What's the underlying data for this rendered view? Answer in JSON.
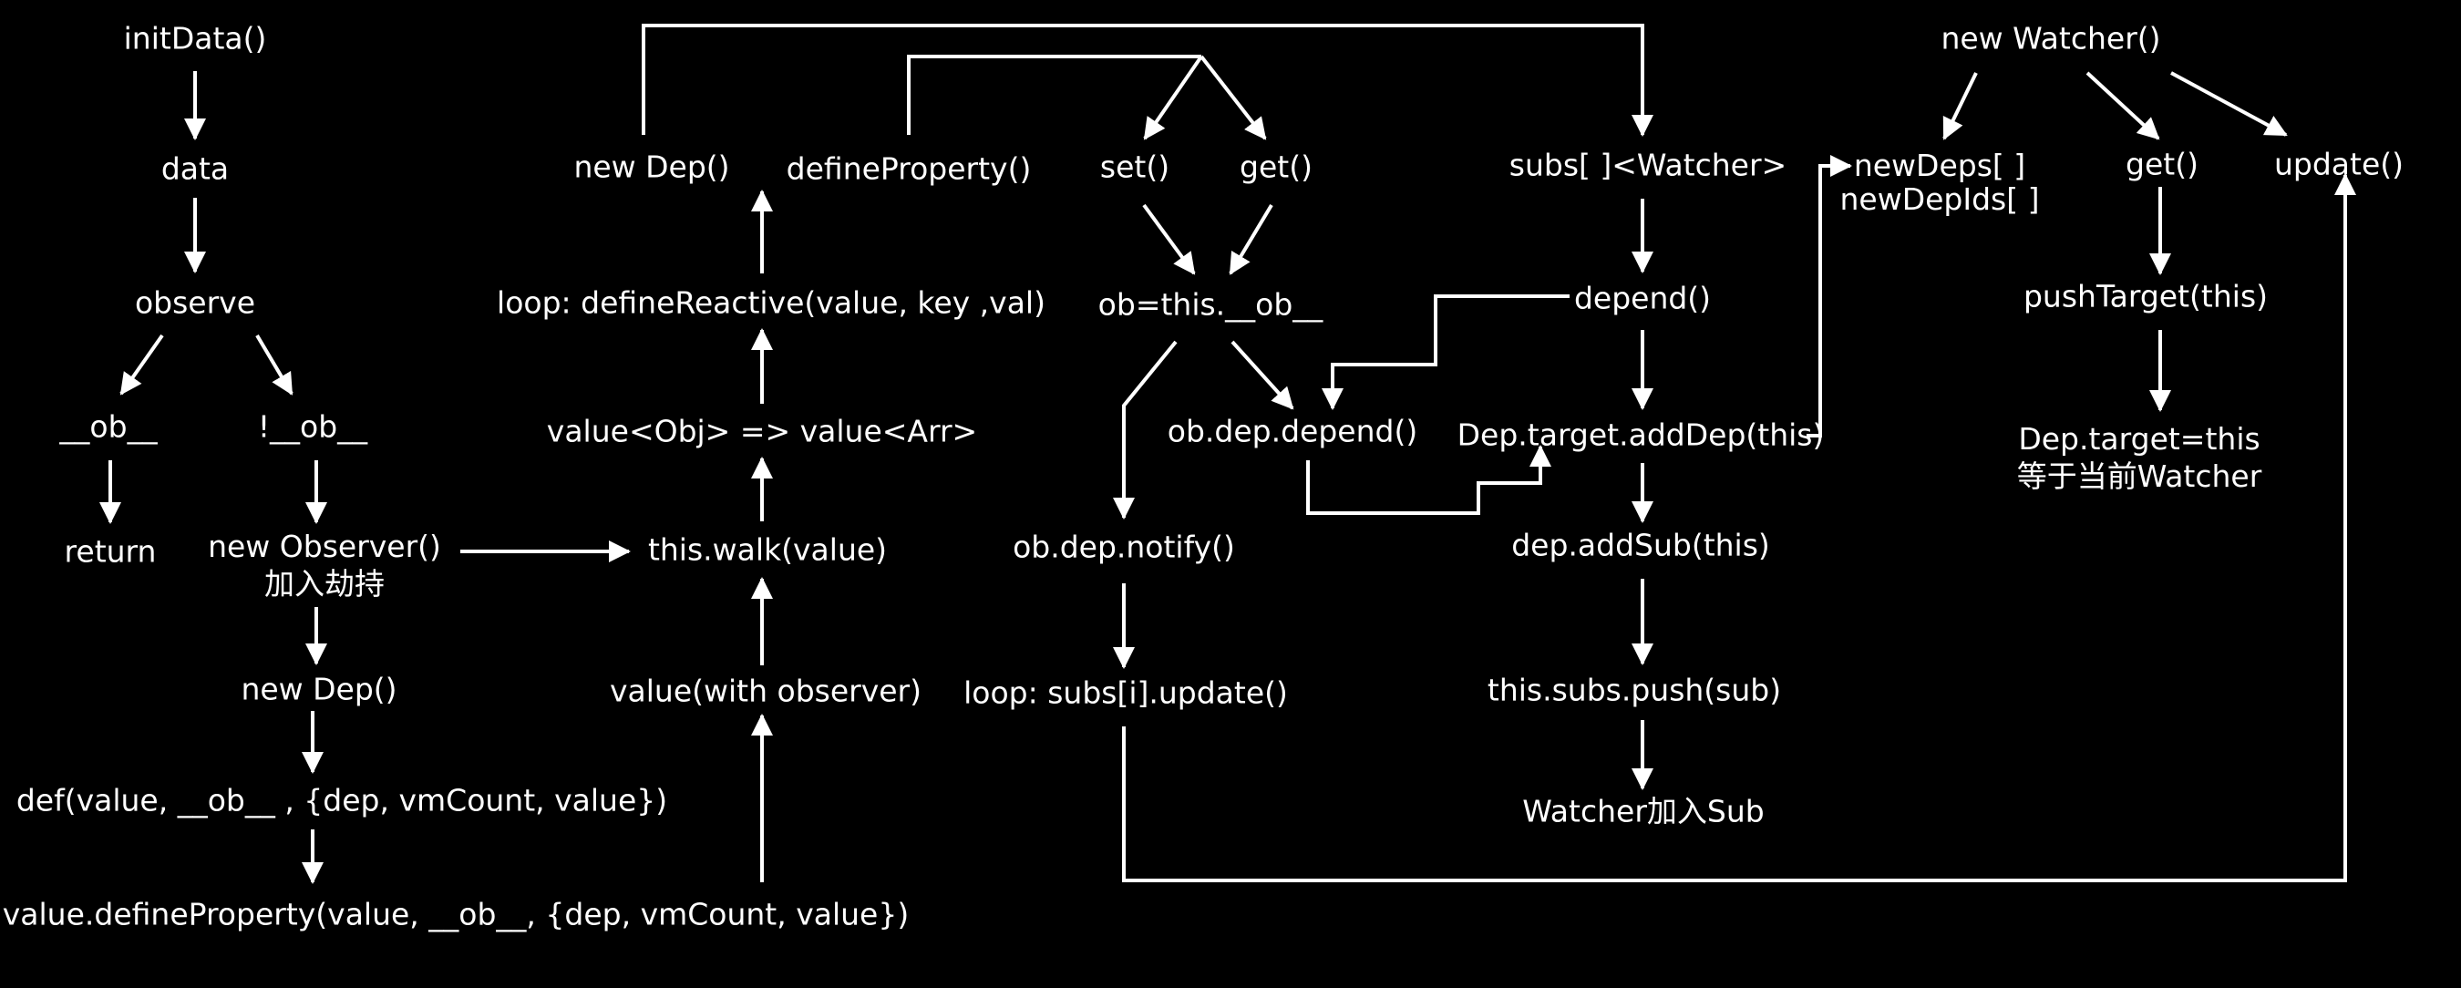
{
  "colors": {
    "background": "#000000",
    "foreground": "#ffffff"
  },
  "nodes": {
    "init_data": "initData()",
    "data": "data",
    "observe": "observe",
    "has_ob": "__ob__",
    "not_ob": "!__ob__",
    "return": "return",
    "new_observer": "new Observer()",
    "new_observer_note": "加入劫持",
    "new_dep_left": "new Dep()",
    "def_call": "def(value, __ob__ , {dep, vmCount, value})",
    "value_define_property": "value.defineProperty(value, __ob__, {dep, vmCount, value})",
    "new_dep_top": "new Dep()",
    "define_property": "defineProperty()",
    "loop_define_reactive": "loop: defineReactive(value, key ,val)",
    "value_obj_arr": "value<Obj> => value<Arr>",
    "this_walk": "this.walk(value)",
    "value_with_observer": "value(with observer)",
    "set": "set()",
    "get": "get()",
    "ob_this": "ob=this.__ob__",
    "ob_dep_depend": "ob.dep.depend()",
    "ob_dep_notify": "ob.dep.notify()",
    "loop_subs_update": "loop: subs[i].update()",
    "subs_watcher": "subs[ ]<Watcher>",
    "depend": "depend()",
    "dep_target_add_dep": "Dep.target.addDep(this)",
    "dep_add_sub": "dep.addSub(this)",
    "this_subs_push": "this.subs.push(sub)",
    "watcher_add_sub": "Watcher加入Sub",
    "new_watcher": "new Watcher()",
    "new_deps": "newDeps[ ]",
    "new_dep_ids": "newDepIds[ ]",
    "watcher_get": "get()",
    "update": "update()",
    "push_target": "pushTarget(this)",
    "dep_target_this": "Dep.target=this",
    "dep_target_note": "等于当前Watcher"
  }
}
